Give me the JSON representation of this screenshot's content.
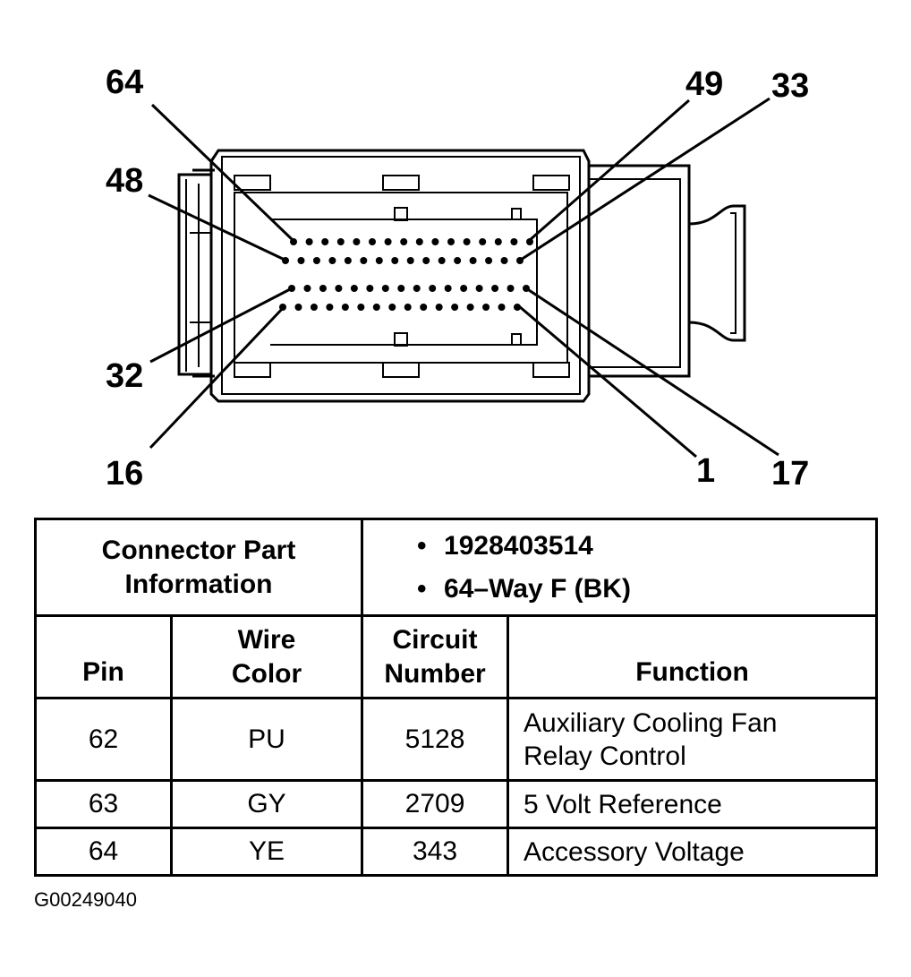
{
  "pin_labels": {
    "p64": "64",
    "p49": "49",
    "p33": "33",
    "p48": "48",
    "p32": "32",
    "p16": "16",
    "p1": "1",
    "p17": "17"
  },
  "connector": {
    "header": "Connector Part Information",
    "part_number": "1928403514",
    "description": "64–Way F (BK)",
    "bullet": "•"
  },
  "columns": {
    "pin": "Pin",
    "wire_color": "Wire Color",
    "circuit_number": "Circuit Number",
    "function": "Function"
  },
  "rows": [
    {
      "pin": "62",
      "wire_color": "PU",
      "circuit": "5128",
      "function": "Auxiliary Cooling Fan Relay Control"
    },
    {
      "pin": "63",
      "wire_color": "GY",
      "circuit": "2709",
      "function": "5 Volt Reference"
    },
    {
      "pin": "64",
      "wire_color": "YE",
      "circuit": "343",
      "function": "Accessory Voltage"
    }
  ],
  "figure_id": "G00249040"
}
